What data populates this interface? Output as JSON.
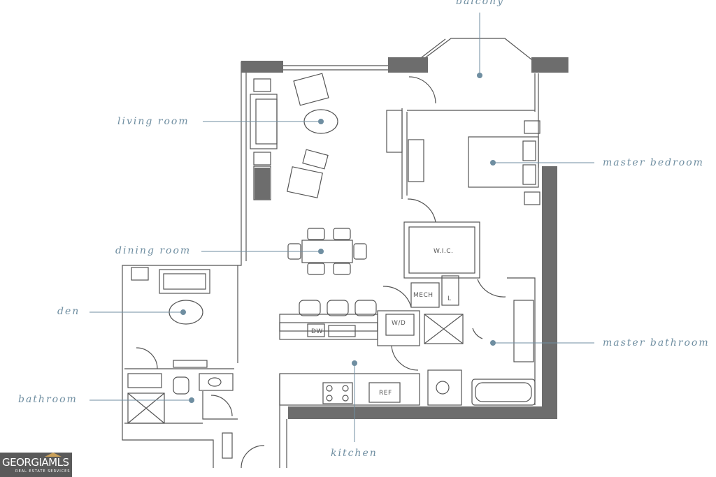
{
  "rooms": {
    "balcony": "balcony",
    "living_room": "living room",
    "master_bedroom": "master bedroom",
    "dining_room": "dining room",
    "den": "den",
    "master_bathroom": "master bathroom",
    "bathroom": "bathroom",
    "kitchen": "kitchen"
  },
  "fixtures": {
    "wic": "W.I.C.",
    "mech": "MECH",
    "linen": "L",
    "washer_dryer": "W/D",
    "dishwasher": "DW",
    "refrigerator": "REF"
  },
  "logo": {
    "main": "GEORGIAMLS",
    "sub": "REAL ESTATE SERVICES"
  },
  "colors": {
    "wall": "#6d6d6d",
    "line": "#555555",
    "label": "#6f8ea1"
  }
}
